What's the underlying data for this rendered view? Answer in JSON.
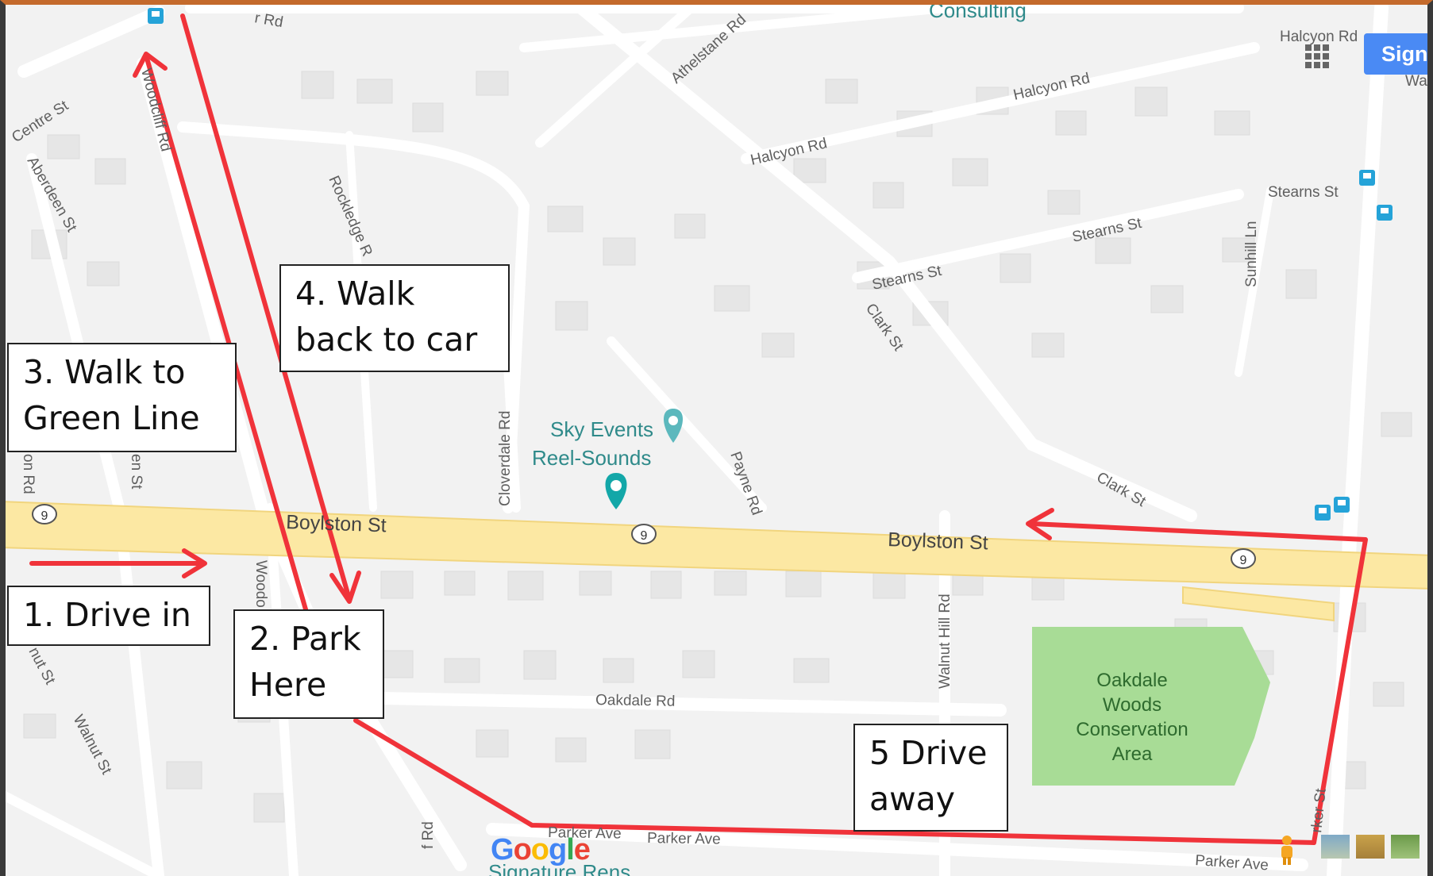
{
  "steps": {
    "drive_in": "1. Drive in",
    "park_here": "2. Park\nHere",
    "walk_to_green_line": "3. Walk to\nGreen Line",
    "walk_back": "4. Walk\nback to car",
    "drive_away": "5 Drive\naway"
  },
  "streets": {
    "boylston_1": "Boylston St",
    "boylston_2": "Boylston St",
    "oakdale": "Oakdale Rd",
    "parker_1": "Parker Ave",
    "parker_2": "Parker Ave",
    "parker_3": "Parker Ave",
    "parker_st": "rker St",
    "walnut_hill": "Walnut Hill Rd",
    "walnut_st": "Walnut St",
    "nut_st": "nut St",
    "cloverdale": "Cloverdale Rd",
    "payne": "Payne Rd",
    "clark_1": "Clark St",
    "clark_2": "Clark St",
    "stearns_1": "Stearns St",
    "stearns_2": "Stearns St",
    "stearns_3": "Stearns St",
    "halcyon_1": "Halcyon Rd",
    "halcyon_2": "Halcyon Rd",
    "halcyon_3": "Halcyon Rd",
    "athelstane": "Athelstane Rd",
    "rockledge": "Rockledge R",
    "centre": "Centre St",
    "aberdeen": "Aberdeen St",
    "woodcliff": "Woodcliff Rd",
    "woodo": "Woodo",
    "sunhill": "Sunhill Ln",
    "rd_top": "r Rd",
    "on_rd": "on Rd",
    "en_st": "en St",
    "f_rd": "f Rd",
    "wa": "Wa"
  },
  "route_number": "9",
  "poi": {
    "sky_events": "Sky Events",
    "reel_sounds": "Reel-Sounds",
    "consulting": "Consulting",
    "signature": "Signature Rens"
  },
  "park": {
    "line1": "Oakdale",
    "line2": "Woods",
    "line3": "Conservation",
    "line4": "Area"
  },
  "header": {
    "sign_in": "Sign"
  },
  "colors": {
    "route_red": "#f0333a",
    "highway_yellow": "#fce8a3",
    "park_green": "#a8dc96"
  },
  "icons": [
    "transit-icon",
    "map-pin-icon",
    "cinema-icon",
    "route-shield-icon",
    "pegman-icon",
    "apps-grid-icon"
  ]
}
